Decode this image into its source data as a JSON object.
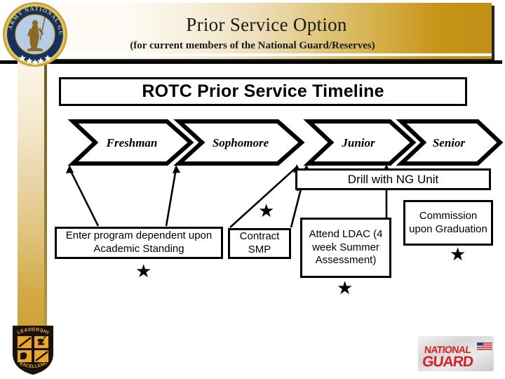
{
  "header": {
    "title": "Prior Service Option",
    "subtitle": "(for current members of the National Guard/Reserves)",
    "gradient_start": "#fdfbf5",
    "gradient_end": "#c8941a"
  },
  "slide": {
    "title": "ROTC Prior Service Timeline"
  },
  "timeline": {
    "chevrons": [
      {
        "label": "Freshman"
      },
      {
        "label": "Sophomore"
      },
      {
        "label": "Junior"
      },
      {
        "label": "Senior"
      }
    ]
  },
  "boxes": {
    "drill": "Drill with NG Unit",
    "enter": "Enter program dependent upon Academic Standing",
    "contract": "Contract SMP",
    "ldac": "Attend LDAC (4 week Summer Assessment)",
    "commission": "Commission upon Graduation"
  },
  "markers": {
    "star_glyph": "★",
    "count": 4
  },
  "logos": {
    "army_national_guard_seal": {
      "name": "army-national-guard-seal",
      "ring_text": "ARMY NATIONAL GUARD",
      "ring_color": "#16315c",
      "rim_color": "#c8a43c",
      "field_color": "#b7cde6"
    },
    "rotc_shield": {
      "name": "rotc-shield-logo",
      "top_text": "LEADERSHIP",
      "bottom_text": "EXCELLENCE",
      "gold": "#e8a72b",
      "dark": "#1a1208"
    },
    "national_guard": {
      "name": "national-guard-logo",
      "line1": "NATIONAL",
      "line2": "GUARD",
      "text_color": "#d81f28",
      "plate_color": "#d9d9d9"
    }
  }
}
